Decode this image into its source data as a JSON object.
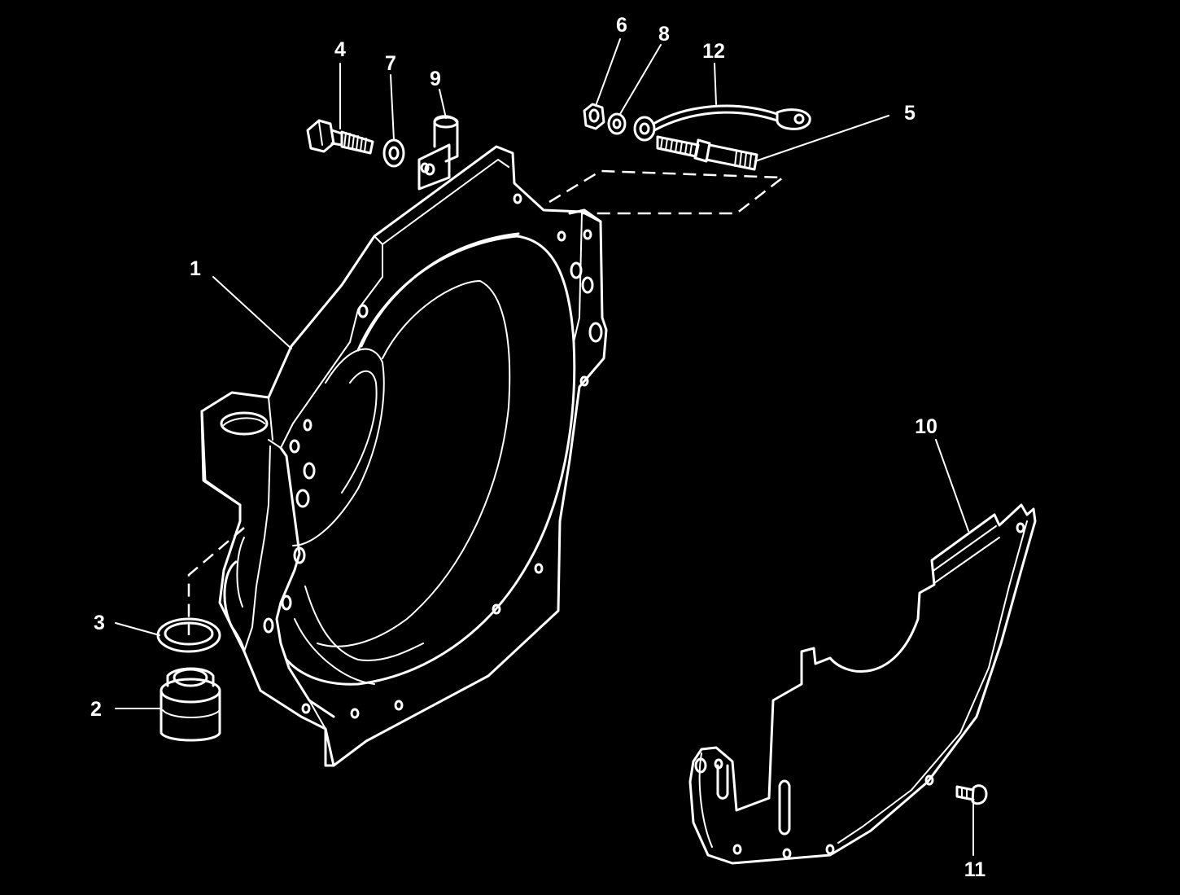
{
  "callouts": [
    {
      "id": "1",
      "text": "1"
    },
    {
      "id": "2",
      "text": "2"
    },
    {
      "id": "3",
      "text": "3"
    },
    {
      "id": "4",
      "text": "4"
    },
    {
      "id": "5",
      "text": "5"
    },
    {
      "id": "6",
      "text": "6"
    },
    {
      "id": "7",
      "text": "7"
    },
    {
      "id": "8",
      "text": "8"
    },
    {
      "id": "9",
      "text": "9"
    },
    {
      "id": "10",
      "text": "10"
    },
    {
      "id": "11",
      "text": "11"
    },
    {
      "id": "12",
      "text": "12"
    }
  ],
  "colors": {
    "background": "#000000",
    "line": "#ffffff"
  }
}
